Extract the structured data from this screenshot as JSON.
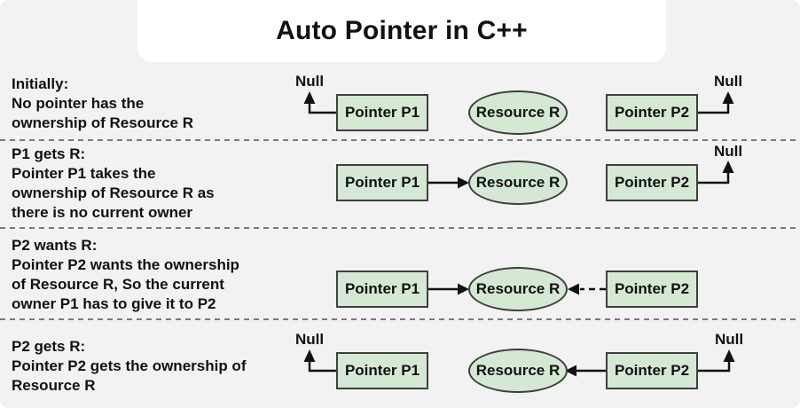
{
  "title": "Auto Pointer in C++",
  "colors": {
    "background": "#f2f2f2",
    "card": "#ffffff",
    "node_fill": "#d5e8d4",
    "node_border": "#3f3f3f",
    "ink": "#111111",
    "separator": "#7a7a7a"
  },
  "rows": [
    {
      "caption_lines": [
        "Initially:",
        "No pointer has the",
        "ownership of Resource R"
      ],
      "p1_label": "Pointer P1",
      "resource_label": "Resource R",
      "p2_label": "Pointer P2",
      "null_left": "Null",
      "null_right": "Null"
    },
    {
      "caption_lines": [
        "P1 gets R:",
        "Pointer P1 takes the",
        "ownership of Resource R as",
        "there is no current owner"
      ],
      "p1_label": "Pointer P1",
      "resource_label": "Resource R",
      "p2_label": "Pointer P2",
      "null_right": "Null"
    },
    {
      "caption_lines": [
        "P2 wants R:",
        "Pointer P2 wants the ownership",
        "of Resource R, So the current",
        "owner P1 has to give it to P2"
      ],
      "p1_label": "Pointer P1",
      "resource_label": "Resource R",
      "p2_label": "Pointer P2"
    },
    {
      "caption_lines": [
        "P2 gets R:",
        "Pointer P2 gets the ownership of",
        "Resource R"
      ],
      "p1_label": "Pointer P1",
      "resource_label": "Resource R",
      "p2_label": "Pointer P2",
      "null_left": "Null",
      "null_right": "Null"
    }
  ]
}
